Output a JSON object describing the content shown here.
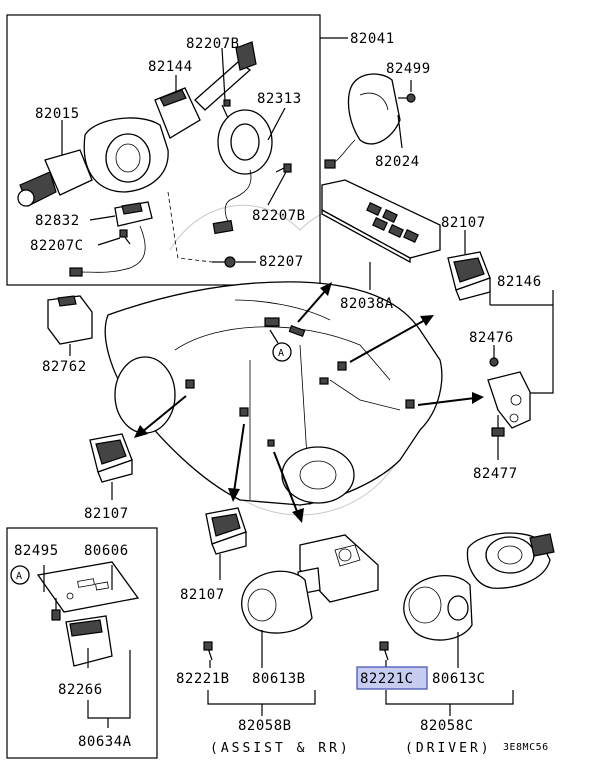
{
  "part_labels": {
    "p82041": "82041",
    "p82207B_top": "82207B",
    "p82144": "82144",
    "p82313": "82313",
    "p82015": "82015",
    "p82832": "82832",
    "p82207C": "82207C",
    "p82207B_bot": "82207B",
    "p82207": "82207",
    "p82499": "82499",
    "p82024": "82024",
    "p82038A": "82038A",
    "p82107_right": "82107",
    "p82146": "82146",
    "p82476": "82476",
    "p82477": "82477",
    "p82762": "82762",
    "p82107_left": "82107",
    "p82495": "82495",
    "p80606": "80606",
    "p82266": "82266",
    "p80634A": "80634A",
    "p82107_mid": "82107",
    "p82221B": "82221B",
    "p80613B": "80613B",
    "p82058B": "82058B",
    "p82221C": "82221C",
    "p80613C": "80613C",
    "p82058C": "82058C"
  },
  "highlighted_part": "82221C",
  "highlight_color": "#c7cdf0",
  "ref_marker": "A",
  "captions": {
    "assist_rr": "(ASSIST & RR)",
    "driver": "(DRIVER)",
    "diagram_code": "3E8MC56"
  }
}
